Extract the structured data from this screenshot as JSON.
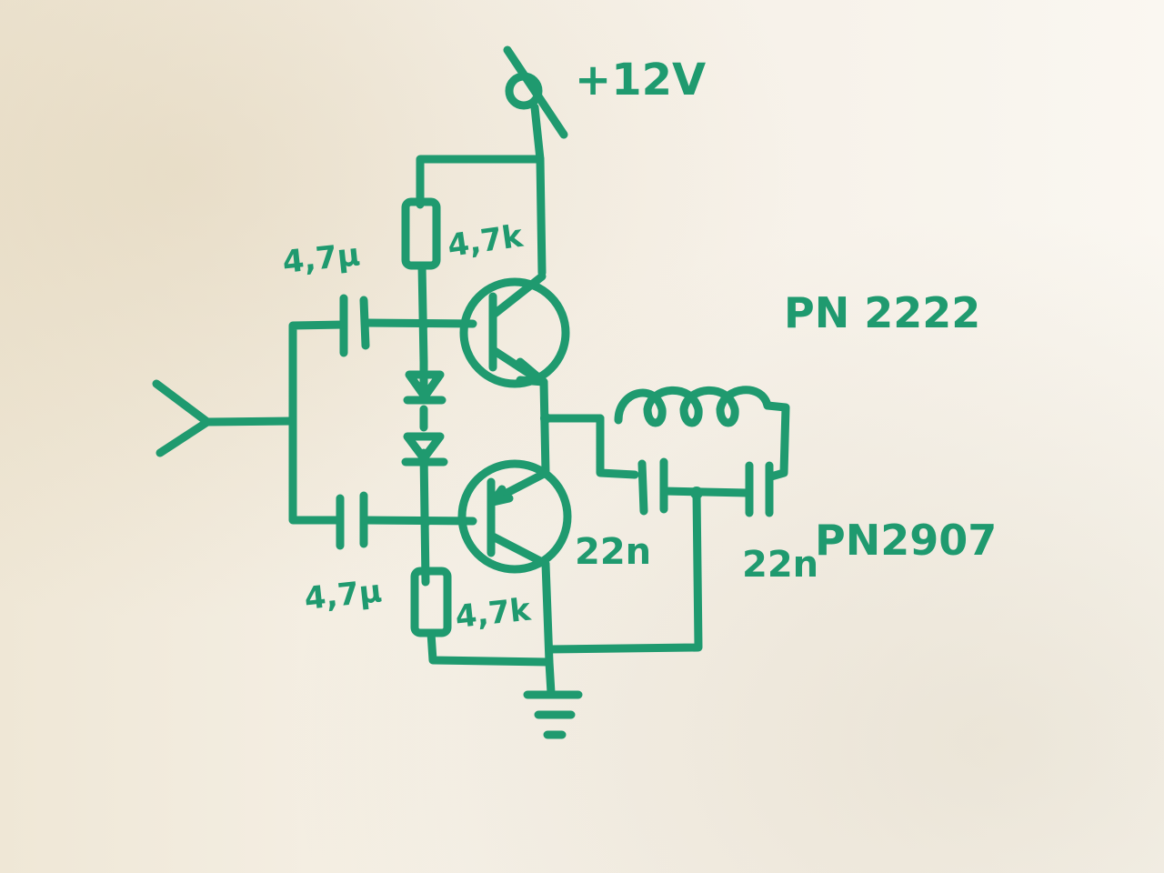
{
  "colors": {
    "ink": "#1f9a6f",
    "paper": "#f3ede2"
  },
  "labels": {
    "supply": "+12V",
    "r_top": "4,7k",
    "c_top": "4,7µ",
    "c_bottom": "4,7µ",
    "r_bottom": "4,7k",
    "q_top": "PN 2222",
    "q_bottom": "PN2907",
    "c_out_left": "22n",
    "c_out_right": "22n"
  }
}
